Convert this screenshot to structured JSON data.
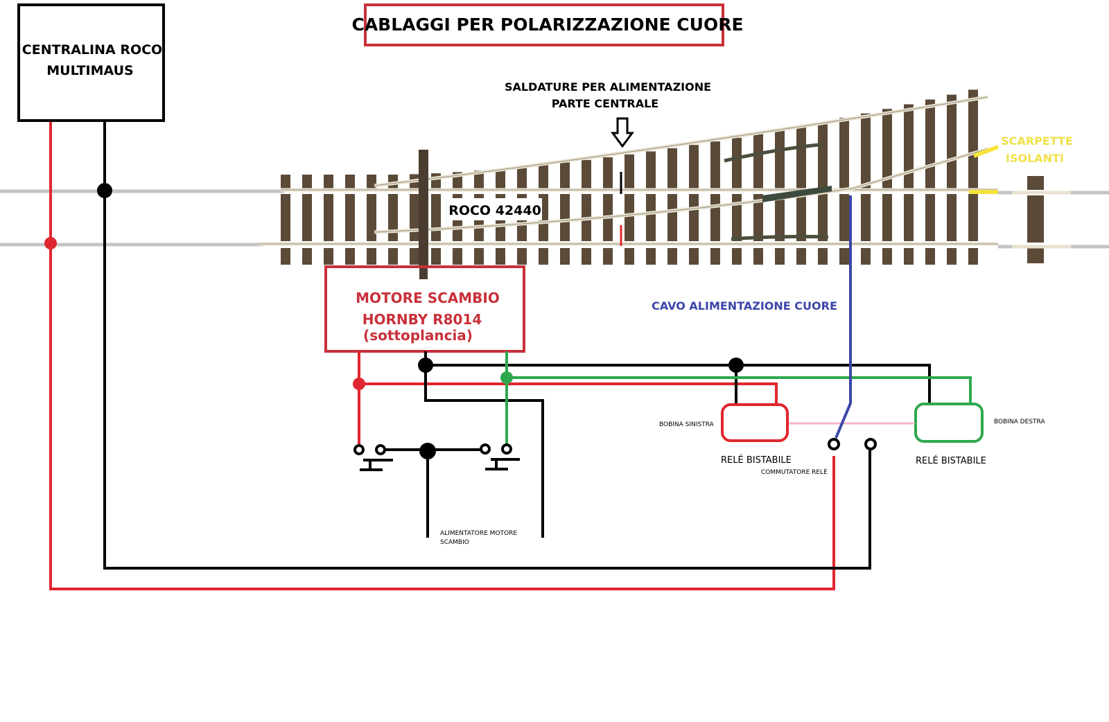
{
  "title": "CABLAGGI PER POLARIZZAZIONE CUORE",
  "colors": {
    "red": "#e0262e",
    "black": "#000000",
    "green": "#2ea84e",
    "blue": "#3c46a8",
    "pink": "#f2b6c8",
    "yellow": "#f7e33a",
    "yellow_text": "#f0e14a",
    "title_border": "#c8303a",
    "motor_text": "#c8303a",
    "blue_text": "#3c46a8",
    "sleeper": "#5b4a38",
    "rail": "#e8e2d0",
    "grey_rail": "#c4c4c4"
  },
  "controller": {
    "line1": "CENTRALINA ROCO",
    "line2": "MULTIMAUS"
  },
  "solder": {
    "line1": "SALDATURE PER ALIMENTAZIONE",
    "line2": "PARTE CENTRALE",
    "icon": "arrow-down-icon"
  },
  "turnout_label": "ROCO 42440",
  "insulators": {
    "line1": "SCARPETTE",
    "line2": "ISOLANTI"
  },
  "motor": {
    "line1": "MOTORE SCAMBIO",
    "line2": "HORNBY R8014",
    "line3": "(sottoplancia)"
  },
  "frog_cable": "CAVO ALIMENTAZIONE CUORE",
  "relay_left": {
    "coil_label": "BOBINA SINISTRA",
    "name": "RELÉ BISTABILE"
  },
  "relay_right": {
    "coil_label": "BOBINA DESTRA",
    "name": "RELÉ BISTABILE"
  },
  "relay_switch": "COMMUTATORE RELÉ",
  "motor_supply": {
    "line1": "ALIMENTATORE MOTORE",
    "line2": "SCAMBIO"
  }
}
